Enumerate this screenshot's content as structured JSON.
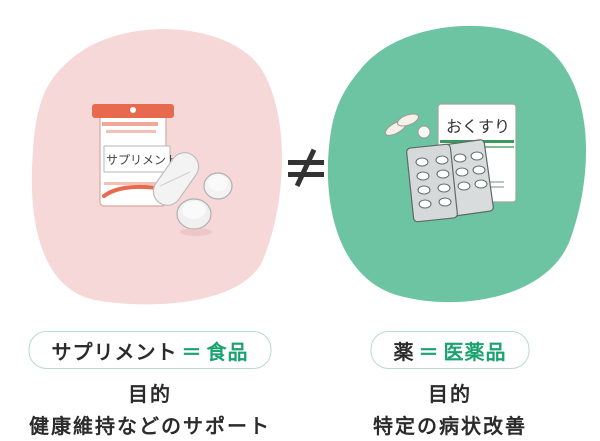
{
  "supplement": {
    "package_label": "サプリメント",
    "name": "サプリメント",
    "equals": "＝",
    "category": "食品",
    "purpose_heading": "目的",
    "purpose": "健康維持などのサポート",
    "bg_color": "#f7d8d8",
    "accent_color": "#e86a4e"
  },
  "medicine": {
    "package_label": "おくすり",
    "name": "薬",
    "equals": "＝",
    "category": "医薬品",
    "purpose_heading": "目的",
    "purpose": "特定の病状改善",
    "bg_color": "#6cc4a2",
    "accent_color": "#3a9a5c"
  },
  "comparison": {
    "symbol_icon": "not-equal-icon"
  }
}
